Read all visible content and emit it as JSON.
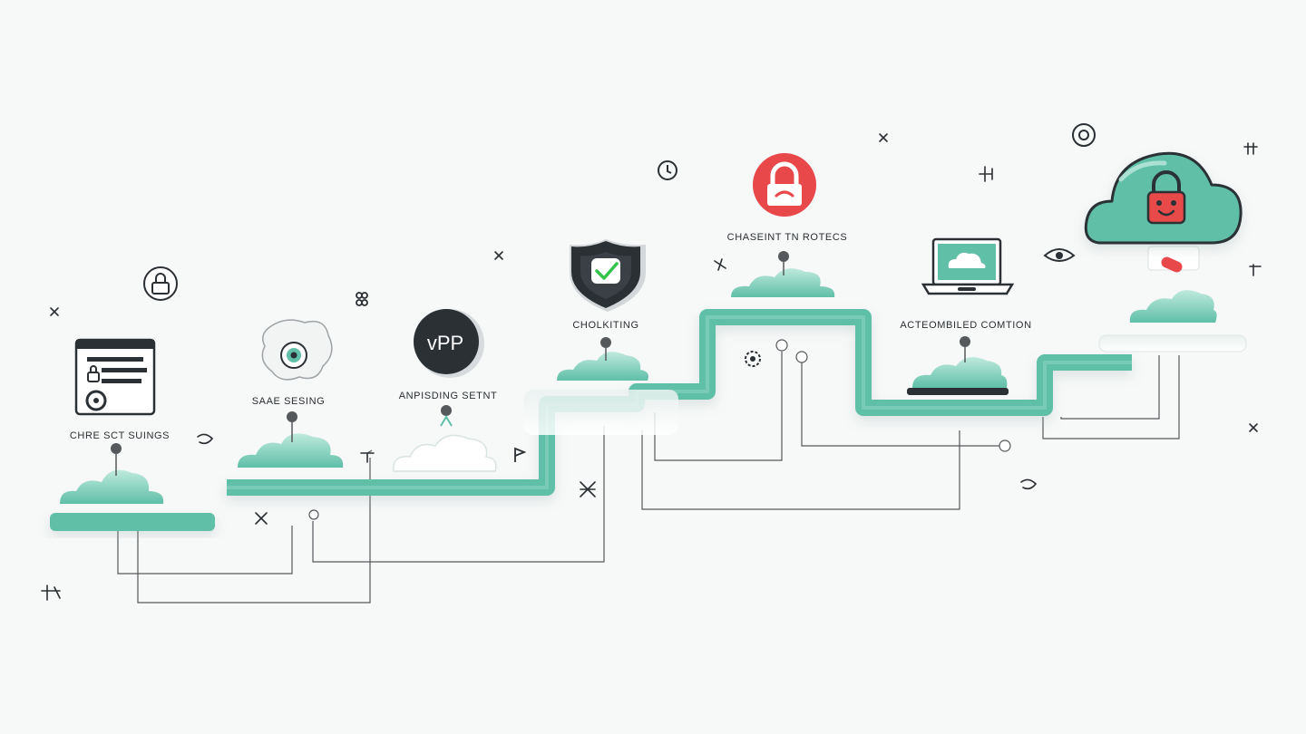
{
  "steps": [
    {
      "label": "CHRE SCT SUINGS"
    },
    {
      "label": "SAAE SESING"
    },
    {
      "label": "ANPISDING SETNT",
      "badge": "vPP"
    },
    {
      "label": "CHOLKITING"
    },
    {
      "label": "CHASEINT TN ROTECS"
    },
    {
      "label": "ACTEOMBILED COMTION"
    }
  ],
  "colors": {
    "teal": "#5fbfa7",
    "teal_light": "#9fdccb",
    "dark": "#2b3035",
    "red": "#e8484a",
    "check_green": "#33c24a",
    "wire": "#55595c"
  },
  "icons": [
    "browser-lock-icon",
    "eye-gear-icon",
    "vpp-badge-icon",
    "shield-check-icon",
    "red-lock-icon",
    "laptop-cloud-icon",
    "cloud-lock-icon"
  ]
}
